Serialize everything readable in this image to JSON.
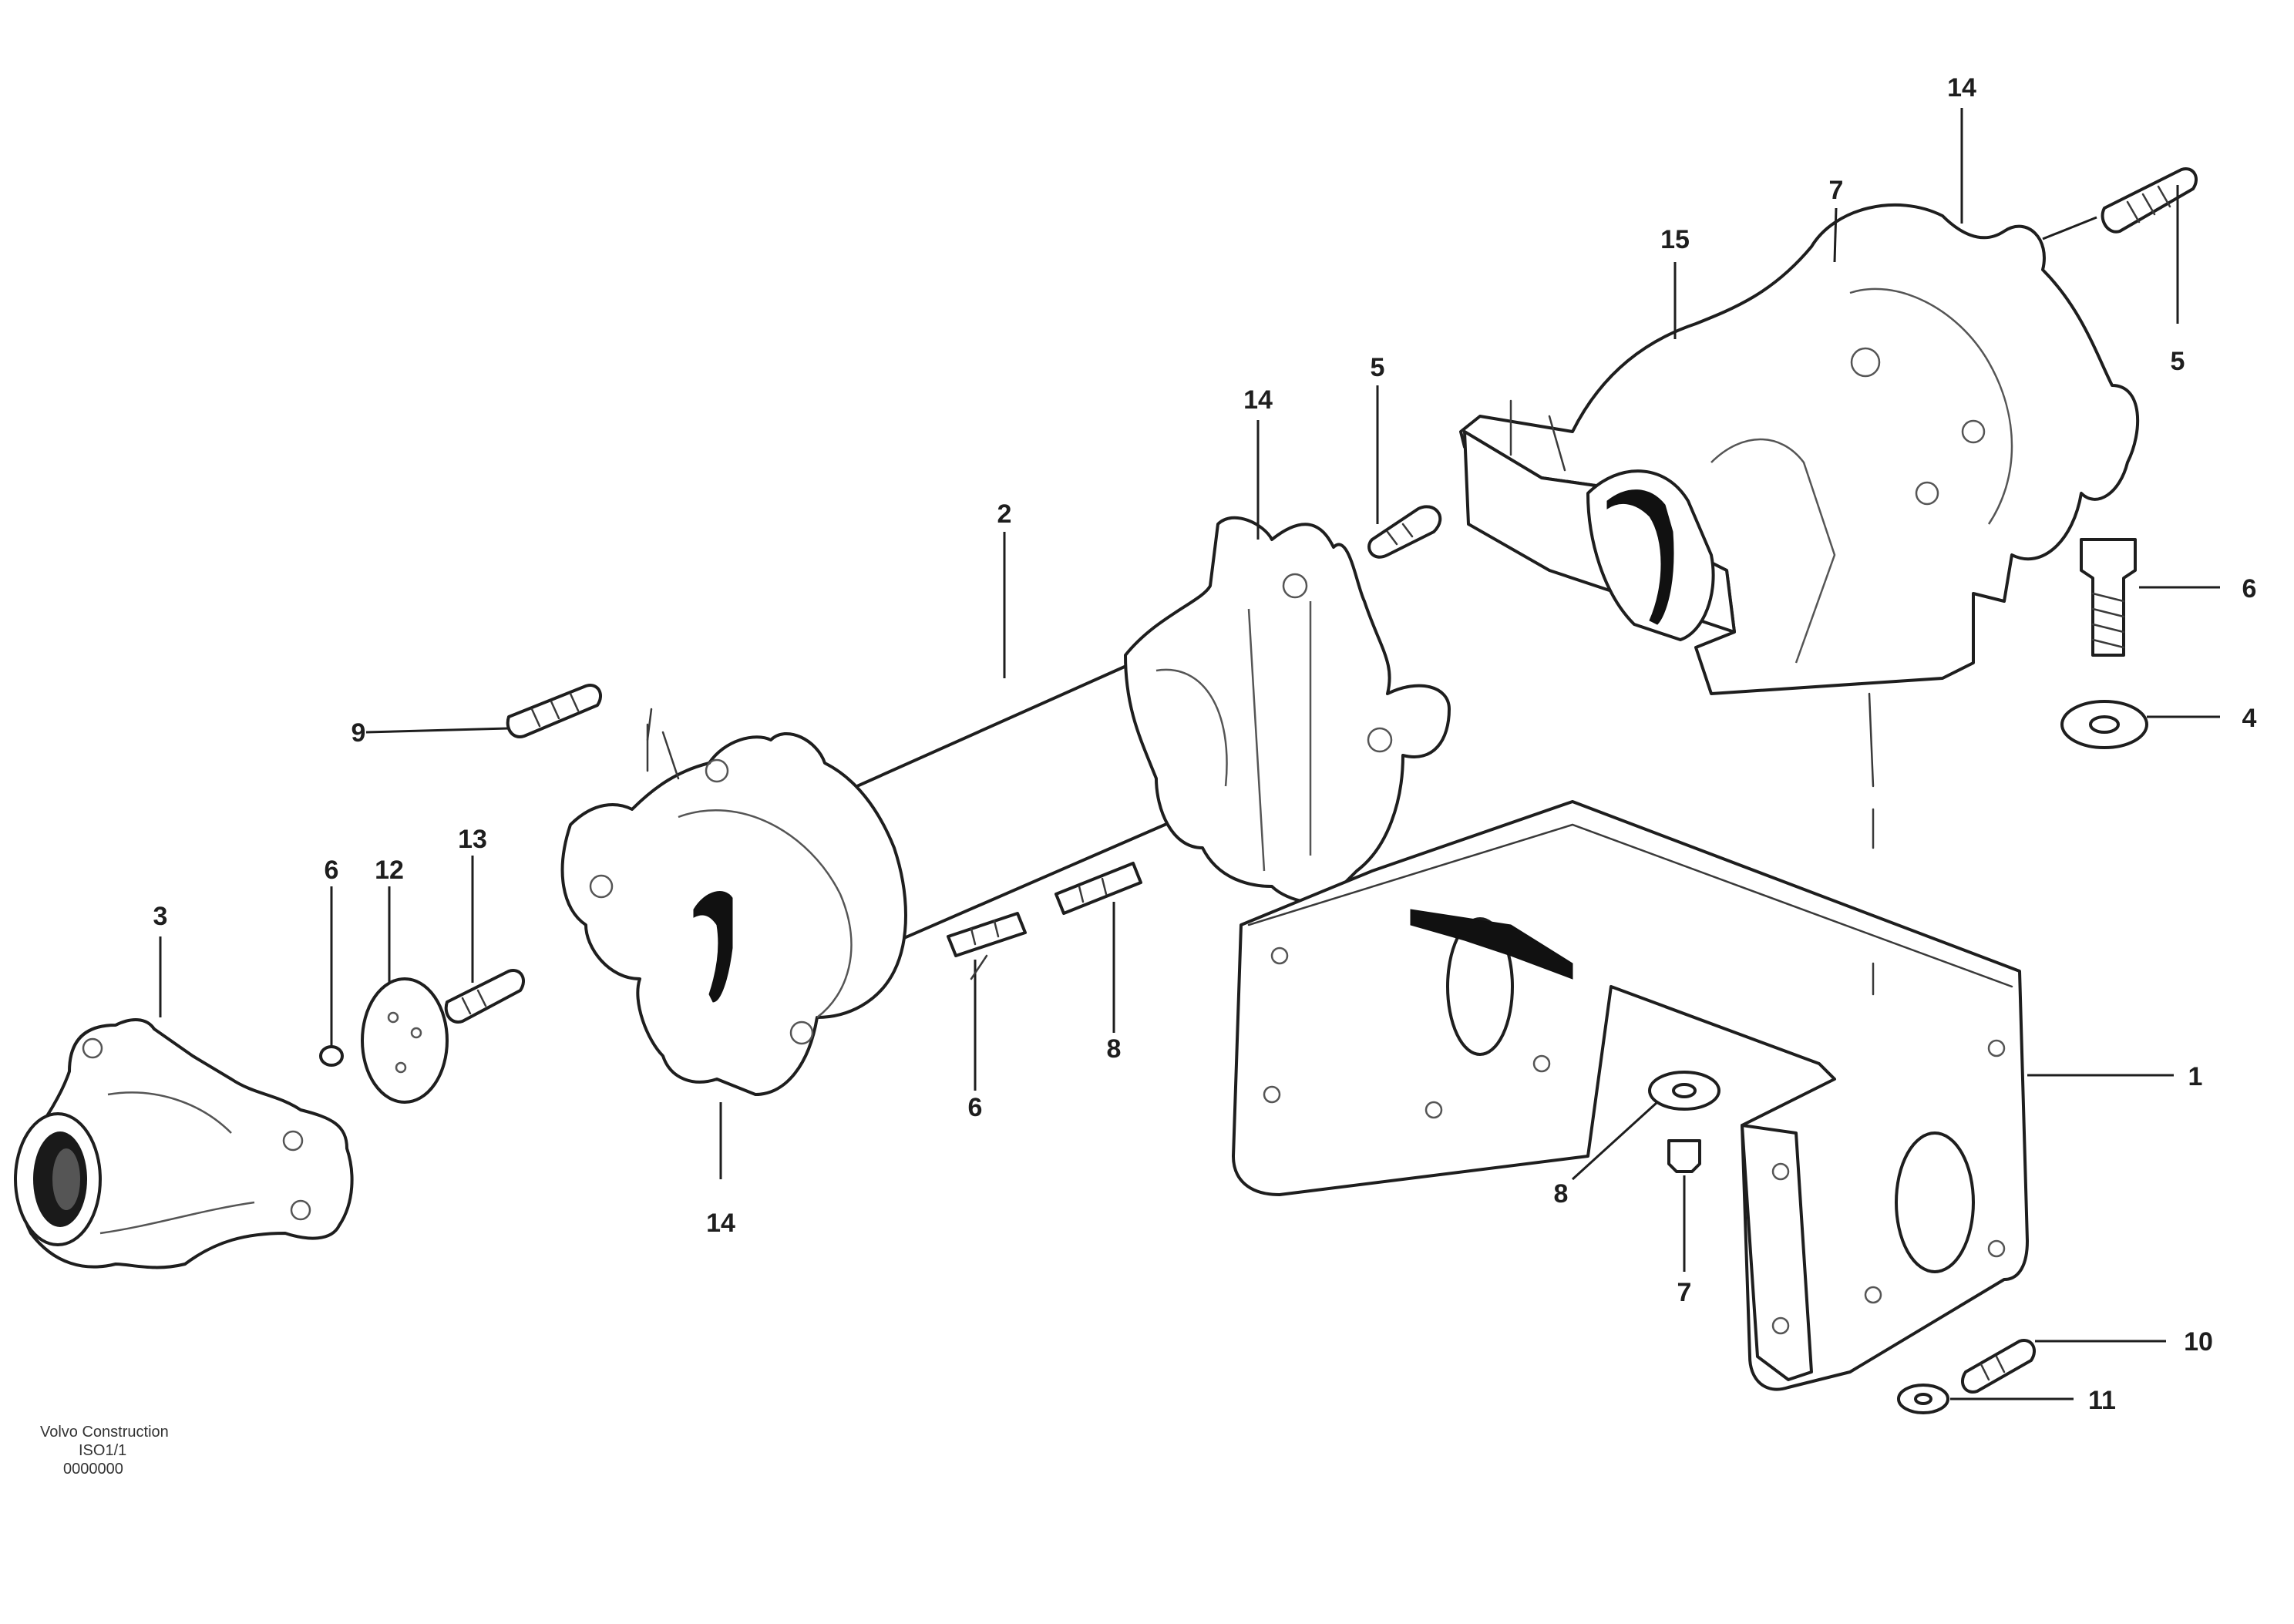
{
  "callouts": {
    "c_top_right_14": "14",
    "c_top_7": "7",
    "c_top_15": "15",
    "c_top_right_bolt_5": "5",
    "c_mid_14": "14",
    "c_mid_5": "5",
    "c_shaft_2": "2",
    "c_right_6": "6",
    "c_right_4": "4",
    "c_left_9": "9",
    "c_left_6": "6",
    "c_left_12": "12",
    "c_left_13": "13",
    "c_housing_3": "3",
    "c_bottom_14": "14",
    "c_bottom_6": "6",
    "c_bottom_8": "8",
    "c_bracket_1": "1",
    "c_bracket_8": "8",
    "c_bracket_7": "7",
    "c_bracket_10": "10",
    "c_bracket_11": "11"
  },
  "stamp": {
    "line1": "Volvo Construction",
    "line2": "ISO1/1",
    "line3": "0000000"
  }
}
